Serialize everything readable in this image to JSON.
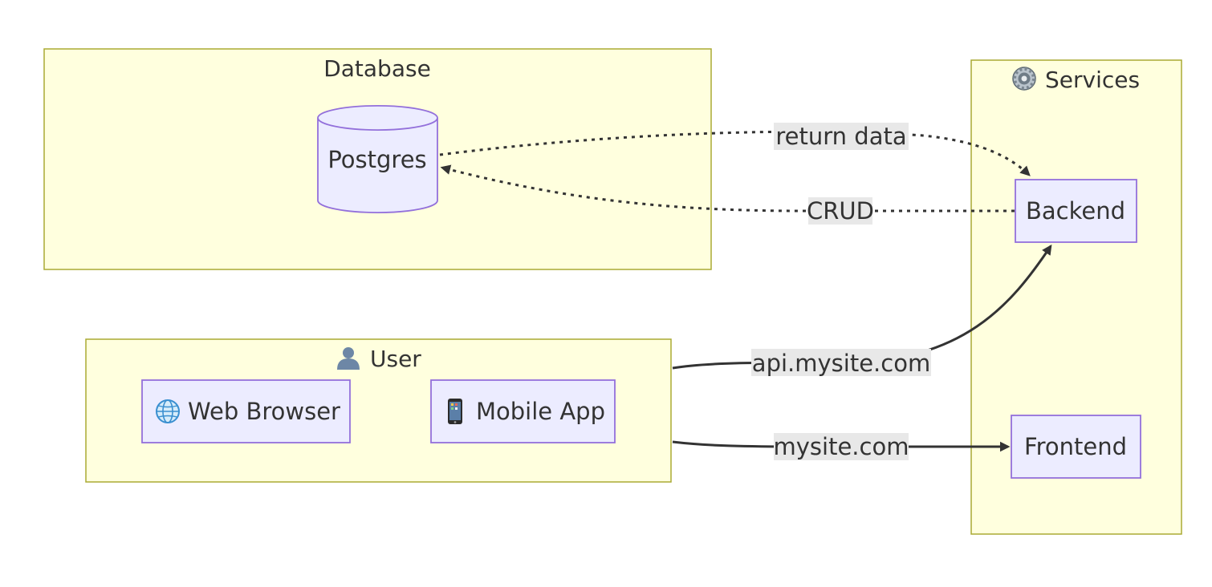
{
  "clusters": {
    "database": {
      "title": "Database"
    },
    "services": {
      "title": "Services",
      "icon": "gear-icon"
    },
    "user": {
      "title": "User",
      "icon": "person-icon"
    }
  },
  "nodes": {
    "postgres": {
      "label": "Postgres",
      "shape": "cylinder"
    },
    "backend": {
      "label": "Backend"
    },
    "frontend": {
      "label": "Frontend"
    },
    "web_browser": {
      "label": "Web Browser",
      "icon": "globe-icon"
    },
    "mobile_app": {
      "label": "Mobile App",
      "icon": "mobile-phone-icon"
    }
  },
  "edges": {
    "return_data": {
      "label": "return data",
      "from": "Postgres",
      "to": "Backend",
      "style": "dotted"
    },
    "crud": {
      "label": "CRUD",
      "from": "Backend",
      "to": "Postgres",
      "style": "dotted"
    },
    "api": {
      "label": "api.mysite.com",
      "from": "User",
      "to": "Backend",
      "style": "solid"
    },
    "site": {
      "label": "mysite.com",
      "from": "User",
      "to": "Frontend",
      "style": "solid"
    }
  },
  "colors": {
    "cluster_fill": "#ffffde",
    "cluster_stroke": "#aaaa33",
    "node_fill": "#ececff",
    "node_stroke": "#9370db",
    "edge": "#333333",
    "edge_label_bg": "#e8e8e8"
  }
}
